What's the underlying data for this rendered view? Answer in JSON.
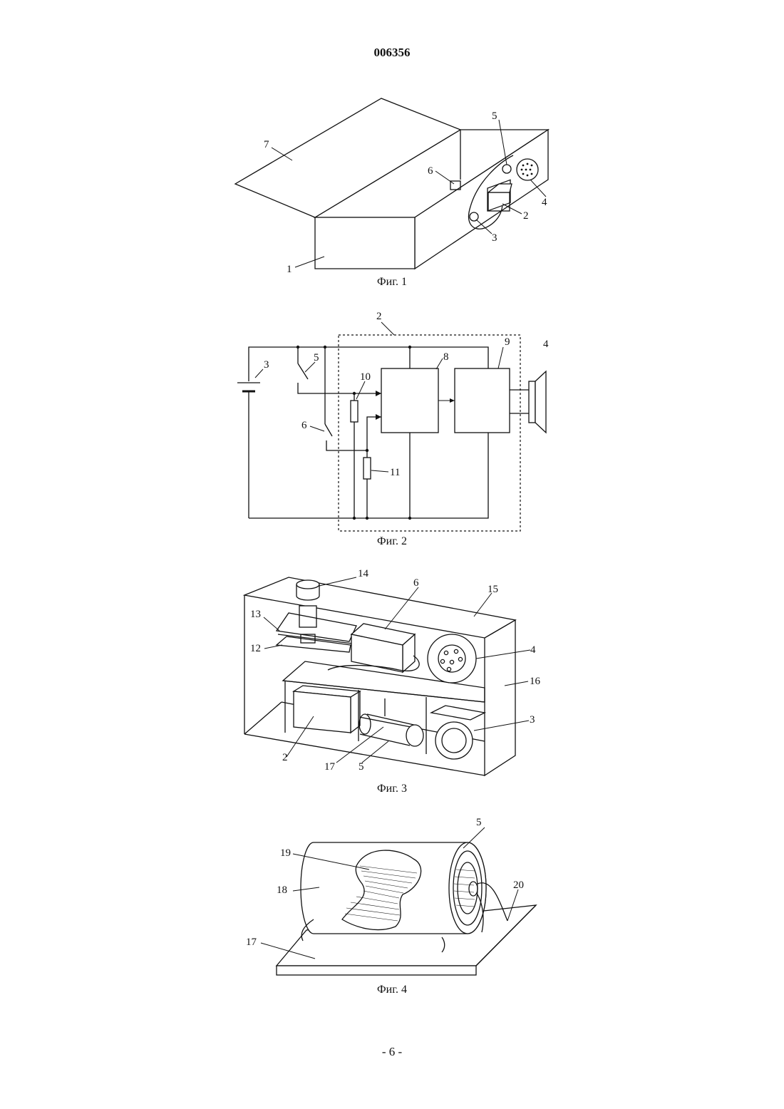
{
  "document": {
    "patent_number": "006356",
    "page_number": "- 6 -"
  },
  "figures": [
    {
      "caption": "Фиг. 1",
      "labels": [
        "1",
        "2",
        "3",
        "4",
        "5",
        "6",
        "7"
      ]
    },
    {
      "caption": "Фиг. 2",
      "labels": [
        "2",
        "3",
        "4",
        "5",
        "6",
        "8",
        "9",
        "10",
        "11"
      ]
    },
    {
      "caption": "Фиг. 3",
      "labels": [
        "14",
        "6",
        "15",
        "13",
        "4",
        "12",
        "16",
        "3",
        "2",
        "17",
        "5"
      ]
    },
    {
      "caption": "Фиг. 4",
      "labels": [
        "5",
        "19",
        "18",
        "20",
        "17"
      ]
    }
  ]
}
